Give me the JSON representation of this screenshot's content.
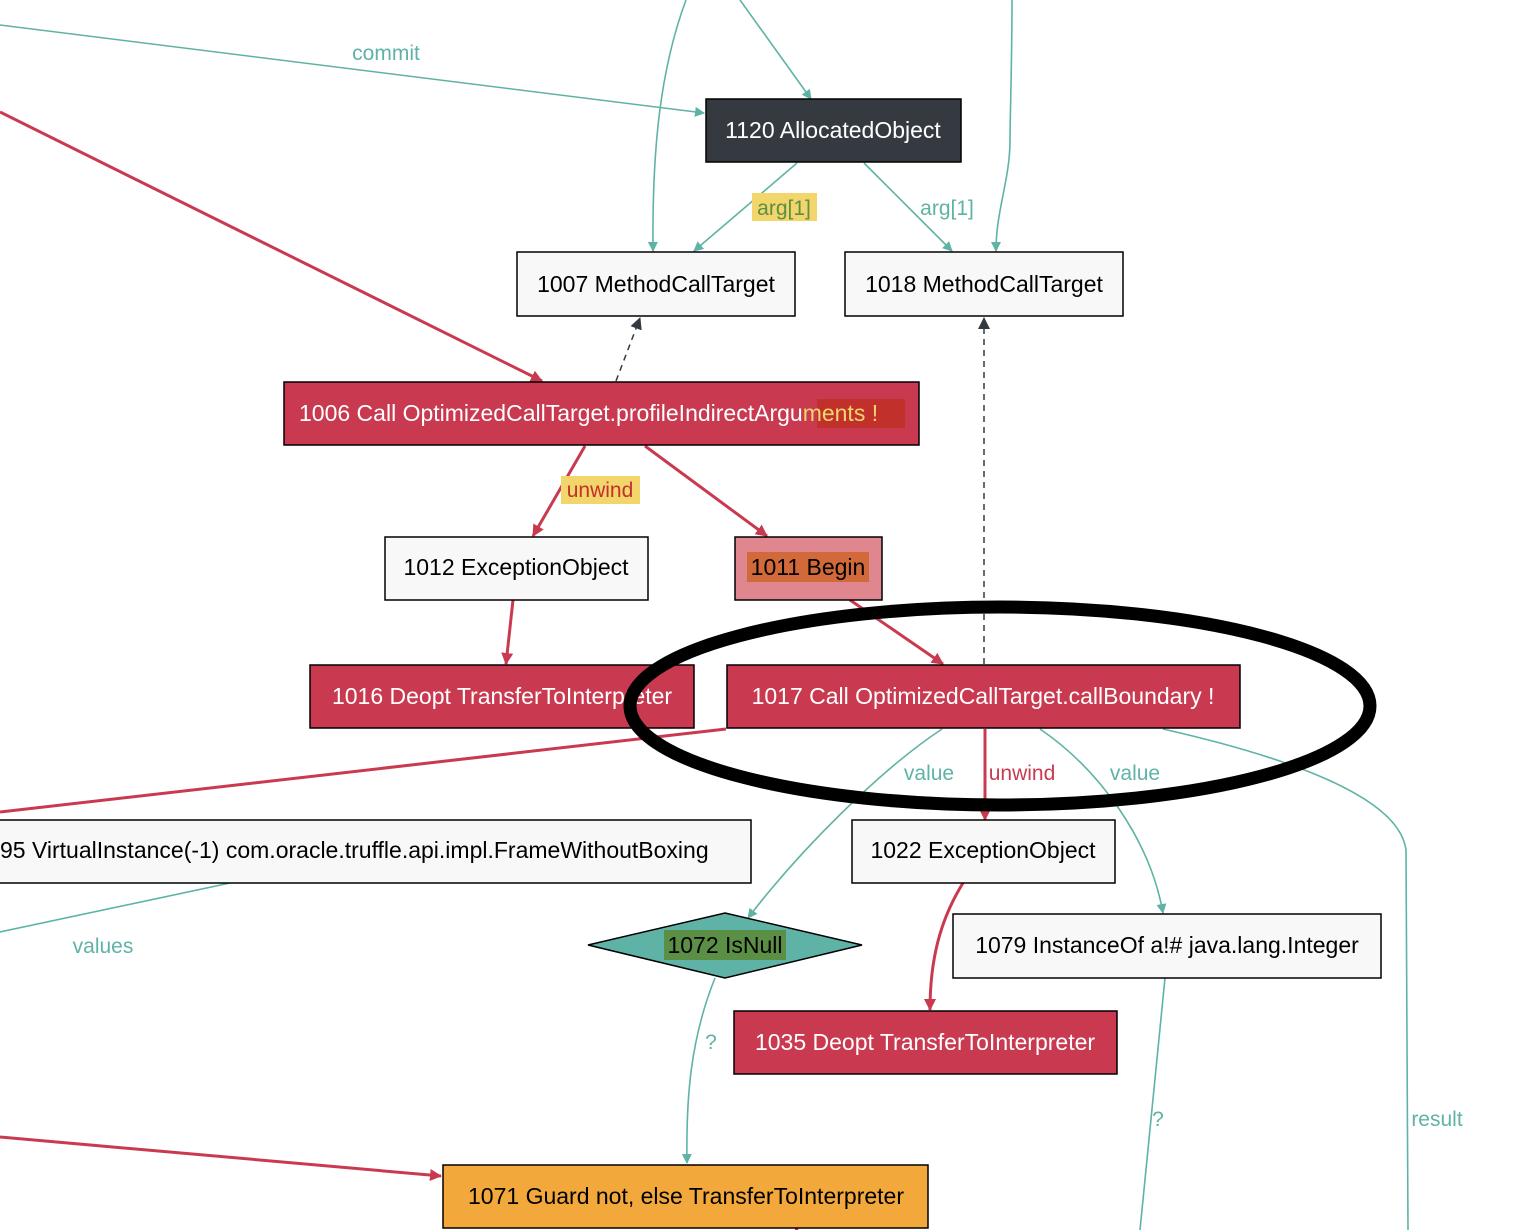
{
  "colors": {
    "data_edge": "#5fb3a6",
    "control_edge": "#c93a50",
    "node_dark": "#343a40",
    "node_light": "#f8f8f8",
    "node_red": "#c93a50",
    "node_pink": "#e0868f",
    "node_orange": "#f3a83b",
    "node_teal": "#5fb3a6",
    "highlight_yellow": "#f2d56b",
    "highlight_orange": "#d2693a",
    "highlight_green": "#5b8f45",
    "highlight_red": "#c2302c",
    "ellipse": "#000000"
  },
  "nodes": {
    "n1120": "1120 AllocatedObject",
    "n1007": "1007 MethodCallTarget",
    "n1018": "1018 MethodCallTarget",
    "n1006": "1006 Call OptimizedCallTarget.profileIndirectArgu",
    "n1006_hl": "ments !",
    "n1012": "1012 ExceptionObject",
    "n1011": "1011 Begin",
    "n1016": "1016 Deopt TransferToInterpreter",
    "n1017": "1017 Call OptimizedCallTarget.callBoundary !",
    "n995": "95 VirtualInstance(-1) com.oracle.truffle.api.impl.FrameWithoutBoxing",
    "n1022": "1022 ExceptionObject",
    "n1072": "1072 IsNull",
    "n1079": "1079 InstanceOf a!# java.lang.Integer",
    "n1035": "1035 Deopt TransferToInterpreter",
    "n1071": "1071 Guard not, else TransferToInterpreter"
  },
  "edges": {
    "commit": "commit",
    "arg1_left": "arg[1]",
    "arg1_right": "arg[1]",
    "unwind_1006": "unwind",
    "value_left": "value",
    "unwind_1017": "unwind",
    "value_right": "value",
    "values": "values",
    "q_1072": "?",
    "q_1079": "?",
    "result": "result"
  }
}
